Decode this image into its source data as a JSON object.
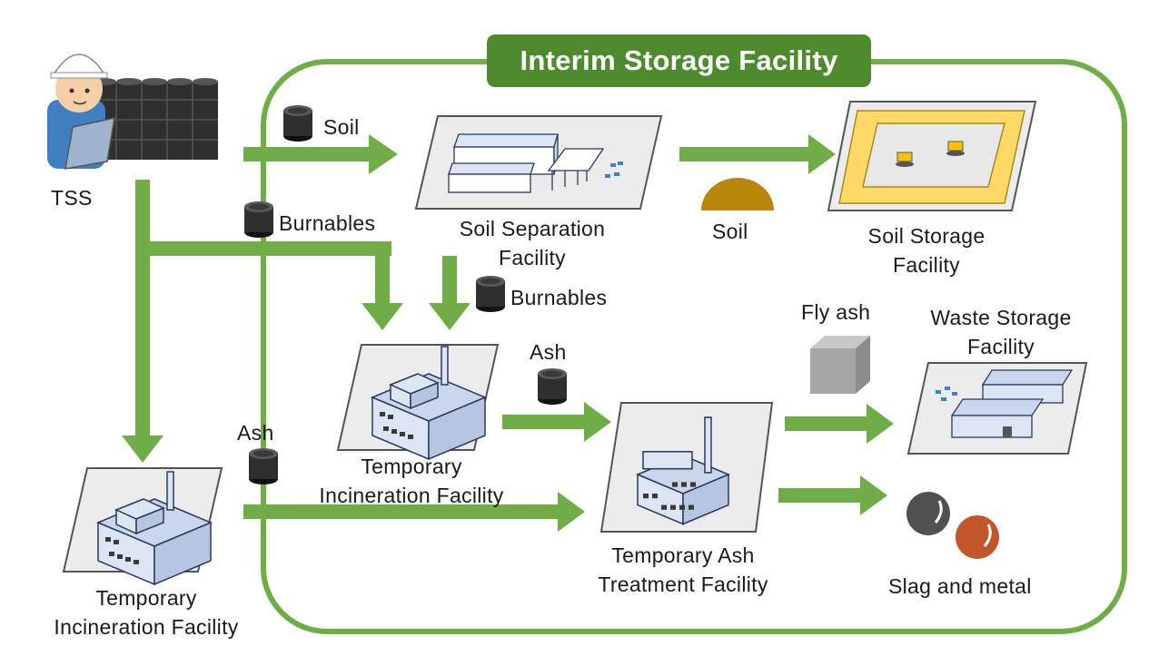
{
  "title": "Interim Storage Facility",
  "source": {
    "label": "TSS"
  },
  "facilities": {
    "soil_separation": [
      "Soil Separation",
      "Facility"
    ],
    "soil_storage": [
      "Soil Storage",
      "Facility"
    ],
    "incineration_inside": [
      "Temporary",
      "Incineration Facility"
    ],
    "incineration_outside": [
      "Temporary",
      "Incineration Facility"
    ],
    "ash_treatment": [
      "Temporary Ash",
      "Treatment Facility"
    ],
    "waste_storage": [
      "Waste Storage",
      "Facility"
    ]
  },
  "materials": {
    "soil_from_tss": "Soil",
    "burnables_from_tss": "Burnables",
    "burnables_from_separation": "Burnables",
    "soil_to_storage": "Soil",
    "ash_inside": "Ash",
    "ash_outside": "Ash",
    "fly_ash": "Fly ash",
    "slag_and_metal": "Slag and metal"
  },
  "colors": {
    "arrow_green": "#70ad47",
    "boundary_green": "#70ad47",
    "title_bg": "#4e8b2f",
    "bag_black": "#2f2f2f",
    "soil_brown": "#b8860b",
    "fly_ash_grey": "#a6a6a6",
    "slag_grey": "#505050",
    "metal_orange": "#c0562a",
    "card_grey": "#ececec",
    "building_blue": "#dbe5f4",
    "storage_yellow": "#ffd966"
  }
}
